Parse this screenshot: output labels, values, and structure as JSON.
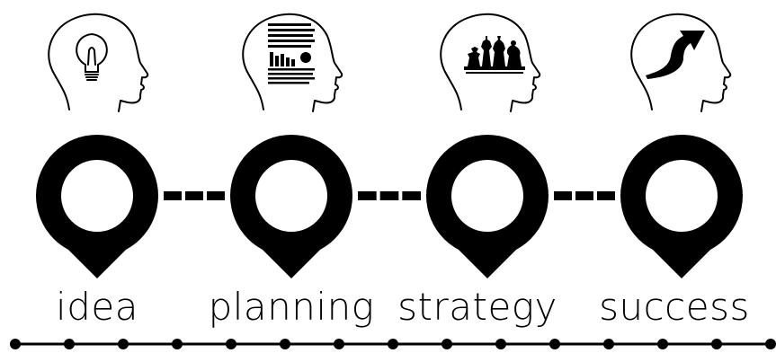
{
  "colors": {
    "ink": "#000000",
    "background": "#ffffff"
  },
  "steps": [
    {
      "label": "idea",
      "icon": "lightbulb-head-icon"
    },
    {
      "label": "planning",
      "icon": "document-chart-head-icon"
    },
    {
      "label": "strategy",
      "icon": "chess-head-icon"
    },
    {
      "label": "success",
      "icon": "rising-arrow-head-icon"
    }
  ],
  "timeline": {
    "dots": 15
  }
}
